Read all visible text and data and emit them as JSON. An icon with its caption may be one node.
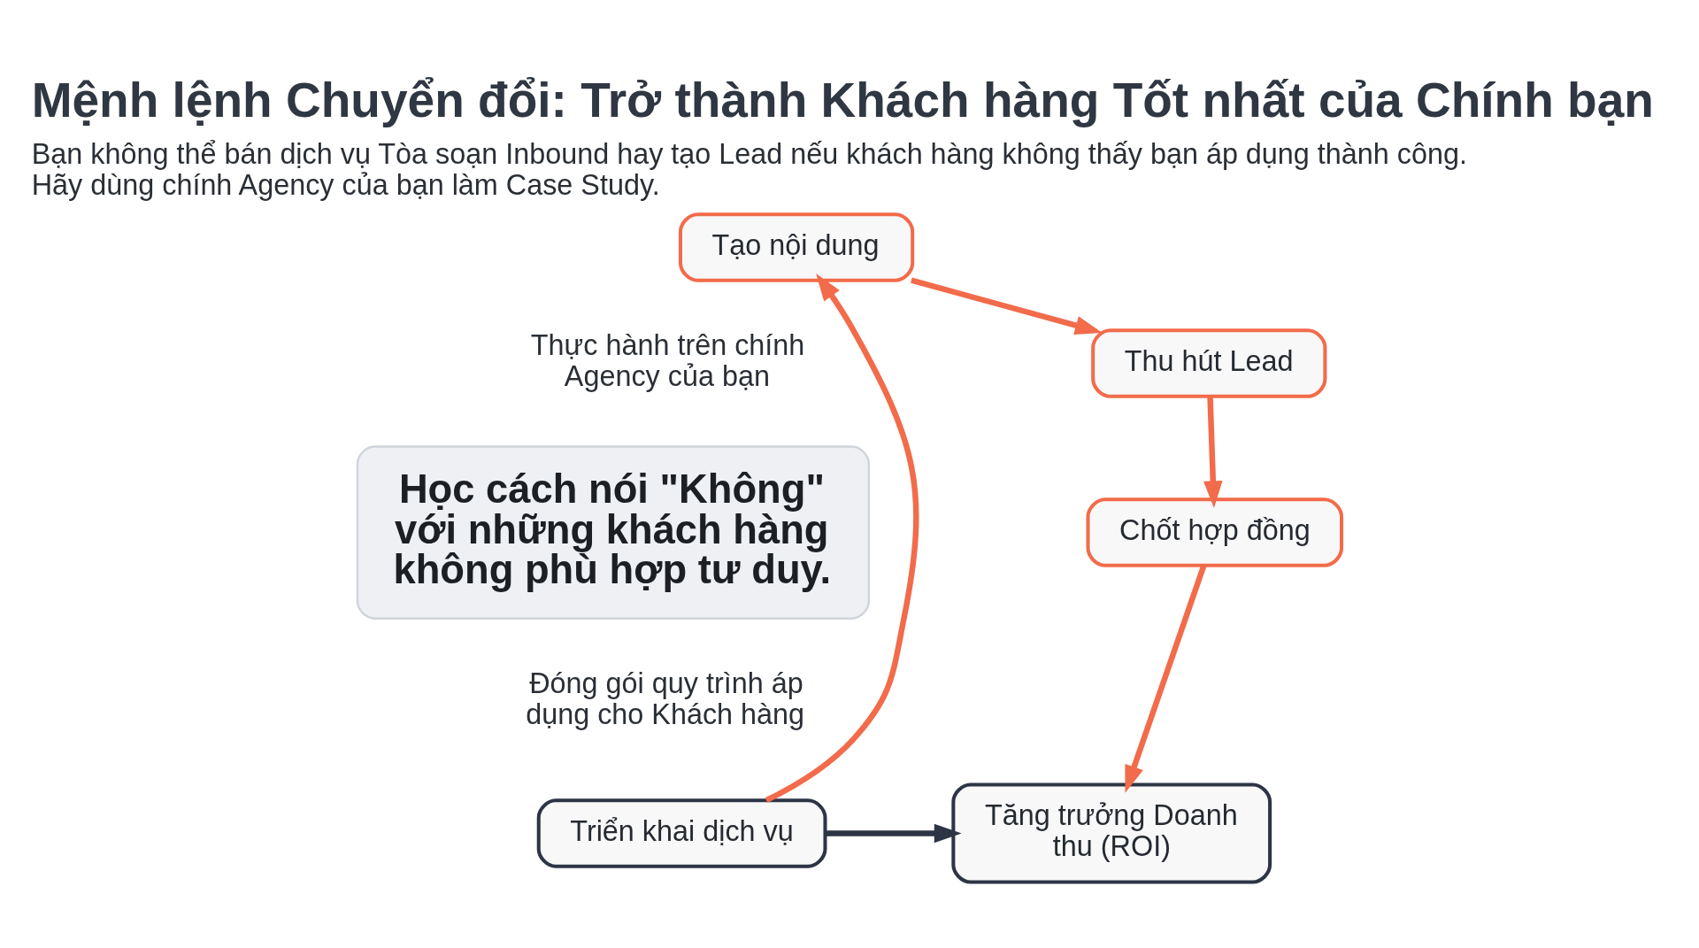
{
  "diagram": {
    "title": "Mệnh lệnh Chuyển đổi: Trở thành Khách hàng Tốt nhất của Chính bạn",
    "caption": "Bạn không thể bán dịch vụ Tòa soạn Inbound hay tạo Lead nếu khách hàng không thấy bạn áp dụng thành công. Hãy dùng chính Agency của bạn làm Case Study.",
    "nodes": [
      {
        "text": [
          "Tạo nội dung"
        ]
      },
      {
        "text": [
          "Thu hút Lead"
        ]
      },
      {
        "text": [
          "Chốt hợp đồng"
        ]
      },
      {
        "text": [
          "Học cách nói \"Không\" với những khách hàng không phù hợp tư duy."
        ]
      },
      {
        "text": [
          "Triển khai dịch vụ"
        ]
      },
      {
        "text": [
          "Tăng trưởng Doanh thu (ROI)"
        ]
      }
    ],
    "edges": [
      {
        "from": 0,
        "to": 1,
        "arrow": "to"
      },
      {
        "from": 1,
        "to": 2,
        "arrow": "to"
      },
      {
        "from": 2,
        "to": 5,
        "arrow": "to"
      },
      {
        "from": 4,
        "to": 5,
        "arrow": "to",
        "color": "#2d3545"
      },
      {
        "from": 4,
        "to": 0,
        "arrow": "to"
      }
    ],
    "labels": [
      "Thực hành trên chính Agency của bạn",
      "Đóng gói quy trình áp dụng cho Khách hàng"
    ]
  }
}
